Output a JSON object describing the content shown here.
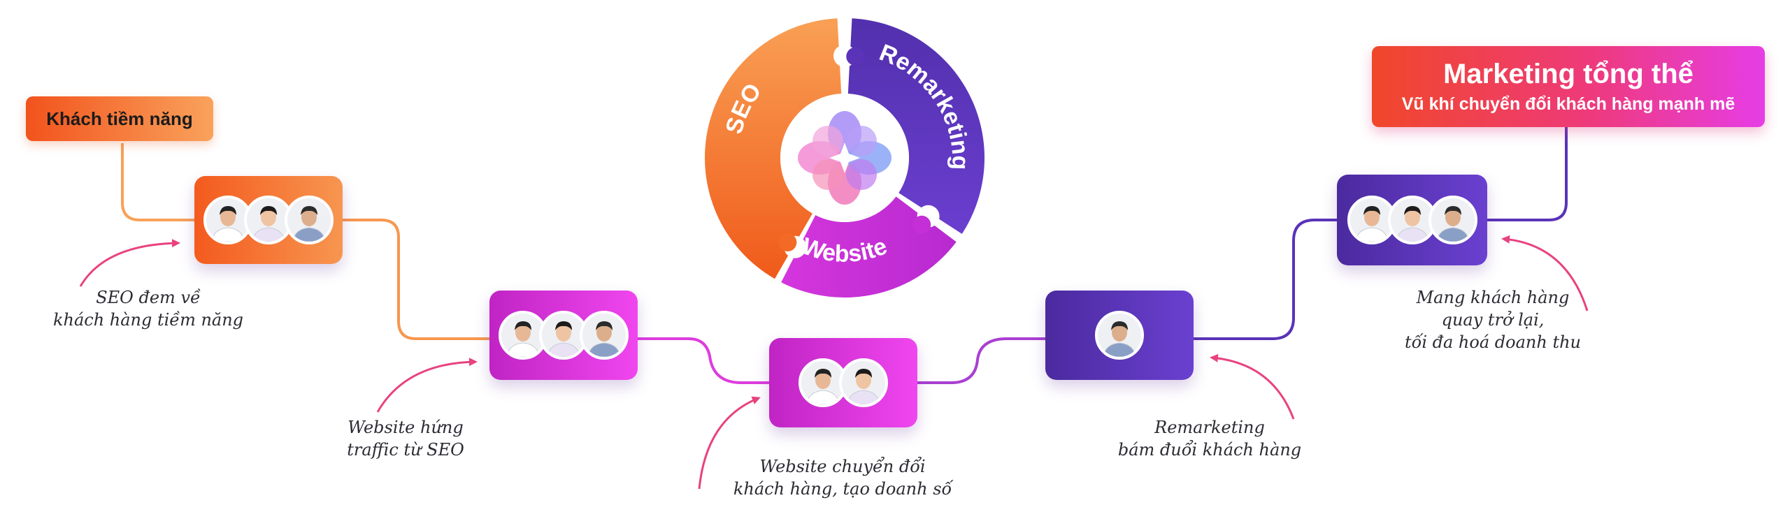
{
  "lead_tag": {
    "label": "Khách tiềm năng"
  },
  "title": {
    "main": "Marketing tổng thể",
    "sub": "Vũ khí chuyển đổi khách hàng mạnh mẽ"
  },
  "wheel": {
    "segments": [
      {
        "name": "seo",
        "label": "SEO",
        "color": "#f26a25"
      },
      {
        "name": "remarketing",
        "label": "Remarketing",
        "color": "#5a33b8"
      },
      {
        "name": "website",
        "label": "Website",
        "color": "#c42fd6"
      }
    ],
    "center_icon": "sparkle-flower-icon"
  },
  "captions": {
    "seo": [
      "SEO đem về",
      "khách hàng tiềm năng"
    ],
    "website_traffic": [
      "Website hứng",
      "traffic từ SEO"
    ],
    "website_convert": [
      "Website chuyển đổi",
      "khách hàng, tạo doanh số"
    ],
    "remarketing": [
      "Remarketing",
      "bám đuổi khách hàng"
    ],
    "return": [
      "Mang khách hàng",
      "quay trở lại,",
      "tối đa hoá doanh thu"
    ]
  },
  "colors": {
    "orange": "#f26a25",
    "magenta": "#c42fd6",
    "purple": "#5a33b8",
    "arrow": "#e8427f"
  }
}
